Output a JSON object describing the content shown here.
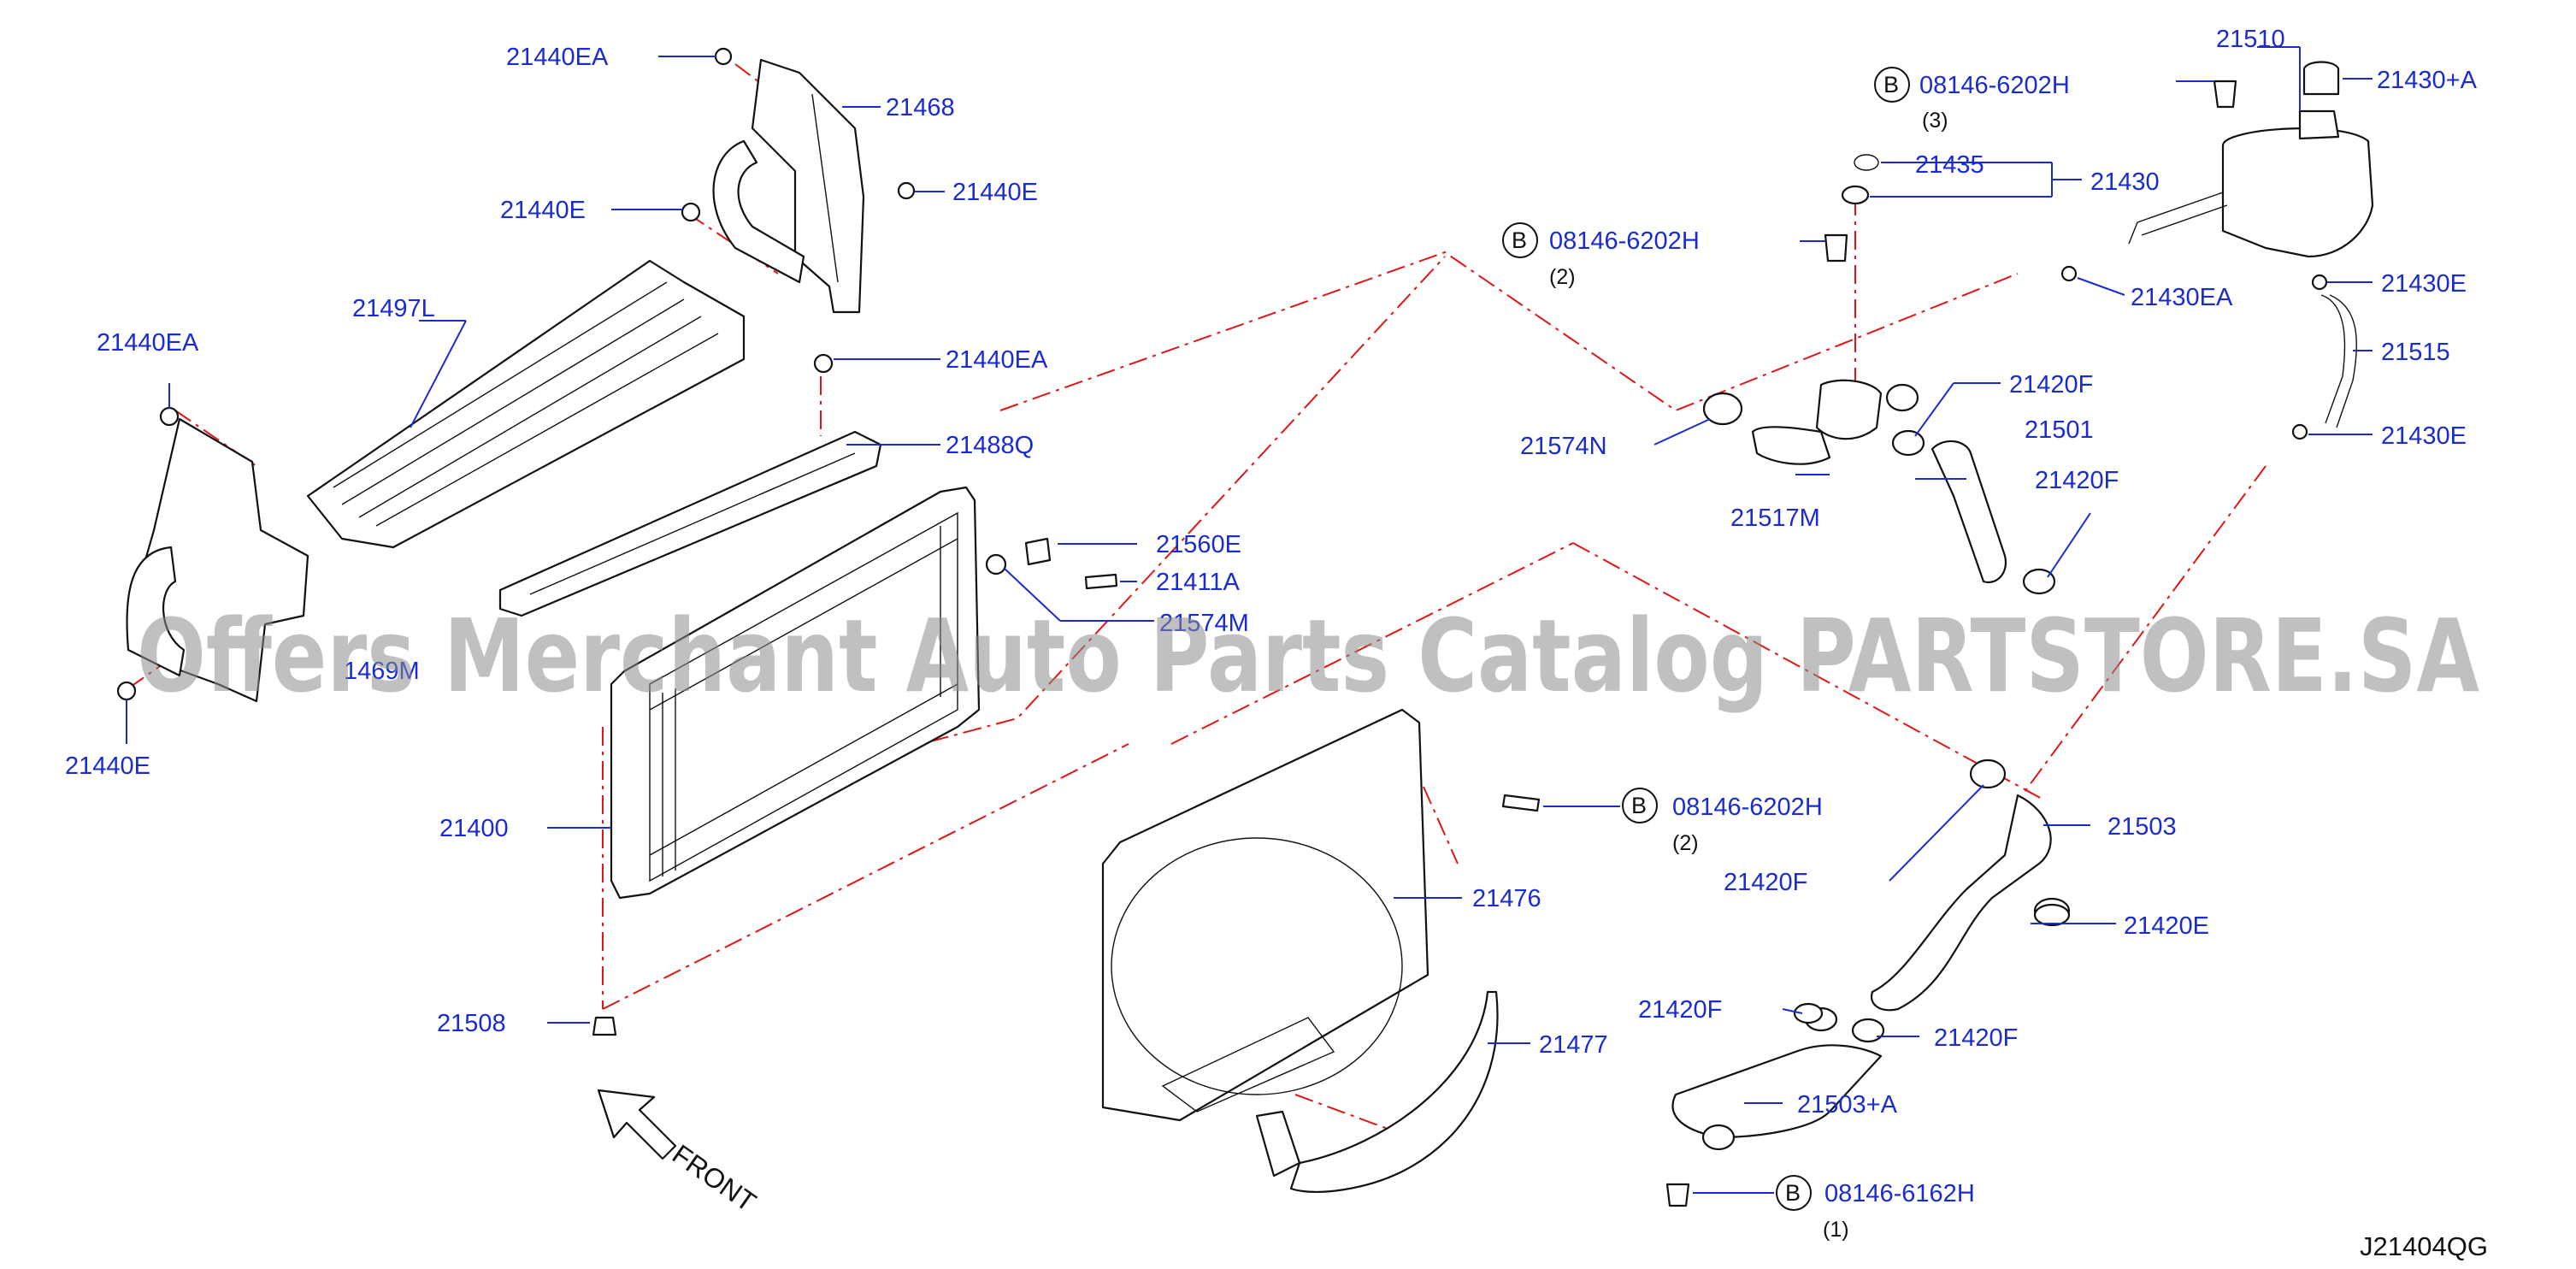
{
  "watermark": "Offers Merchant Auto Parts Catalog PARTSTORE.SA",
  "diagram_code": "J21404QG",
  "front_label": "FRONT",
  "bolt_marker": "B",
  "labels": {
    "p21440EA_top": "21440EA",
    "p21468": "21468",
    "p21440E_top": "21440E",
    "p21440E_mid": "21440E",
    "p21497L": "21497L",
    "p21440EA_left": "21440EA",
    "p21440EA_mid": "21440EA",
    "p21488Q": "21488Q",
    "p21560E": "21560E",
    "p21411A": "21411A",
    "p21574M": "21574M",
    "p1469M": "1469M",
    "p21440E_left": "21440E",
    "p21400": "21400",
    "p21508": "21508",
    "p21476": "21476",
    "p21477": "21477",
    "bolt_fan": "08146-6202H",
    "bolt_fan_qty": "(2)",
    "bolt_top": "08146-6202H",
    "bolt_top_qty": "(3)",
    "bolt_mid": "08146-6202H",
    "bolt_mid_qty": "(2)",
    "p21435": "21435",
    "p21430": "21430",
    "p21510": "21510",
    "p21430A": "21430+A",
    "p21430EA": "21430EA",
    "p21430E_top": "21430E",
    "p21515": "21515",
    "p21430E_bot": "21430E",
    "p21420F_a": "21420F",
    "p21501": "21501",
    "p21420F_b": "21420F",
    "p21574N": "21574N",
    "p21517M": "21517M",
    "p21503": "21503",
    "p21420F_c": "21420F",
    "p21420E": "21420E",
    "p21420F_d": "21420F",
    "p21420F_e": "21420F",
    "p21503A": "21503+A",
    "bolt_bottom": "08146-6162H",
    "bolt_bottom_qty": "(1)"
  }
}
